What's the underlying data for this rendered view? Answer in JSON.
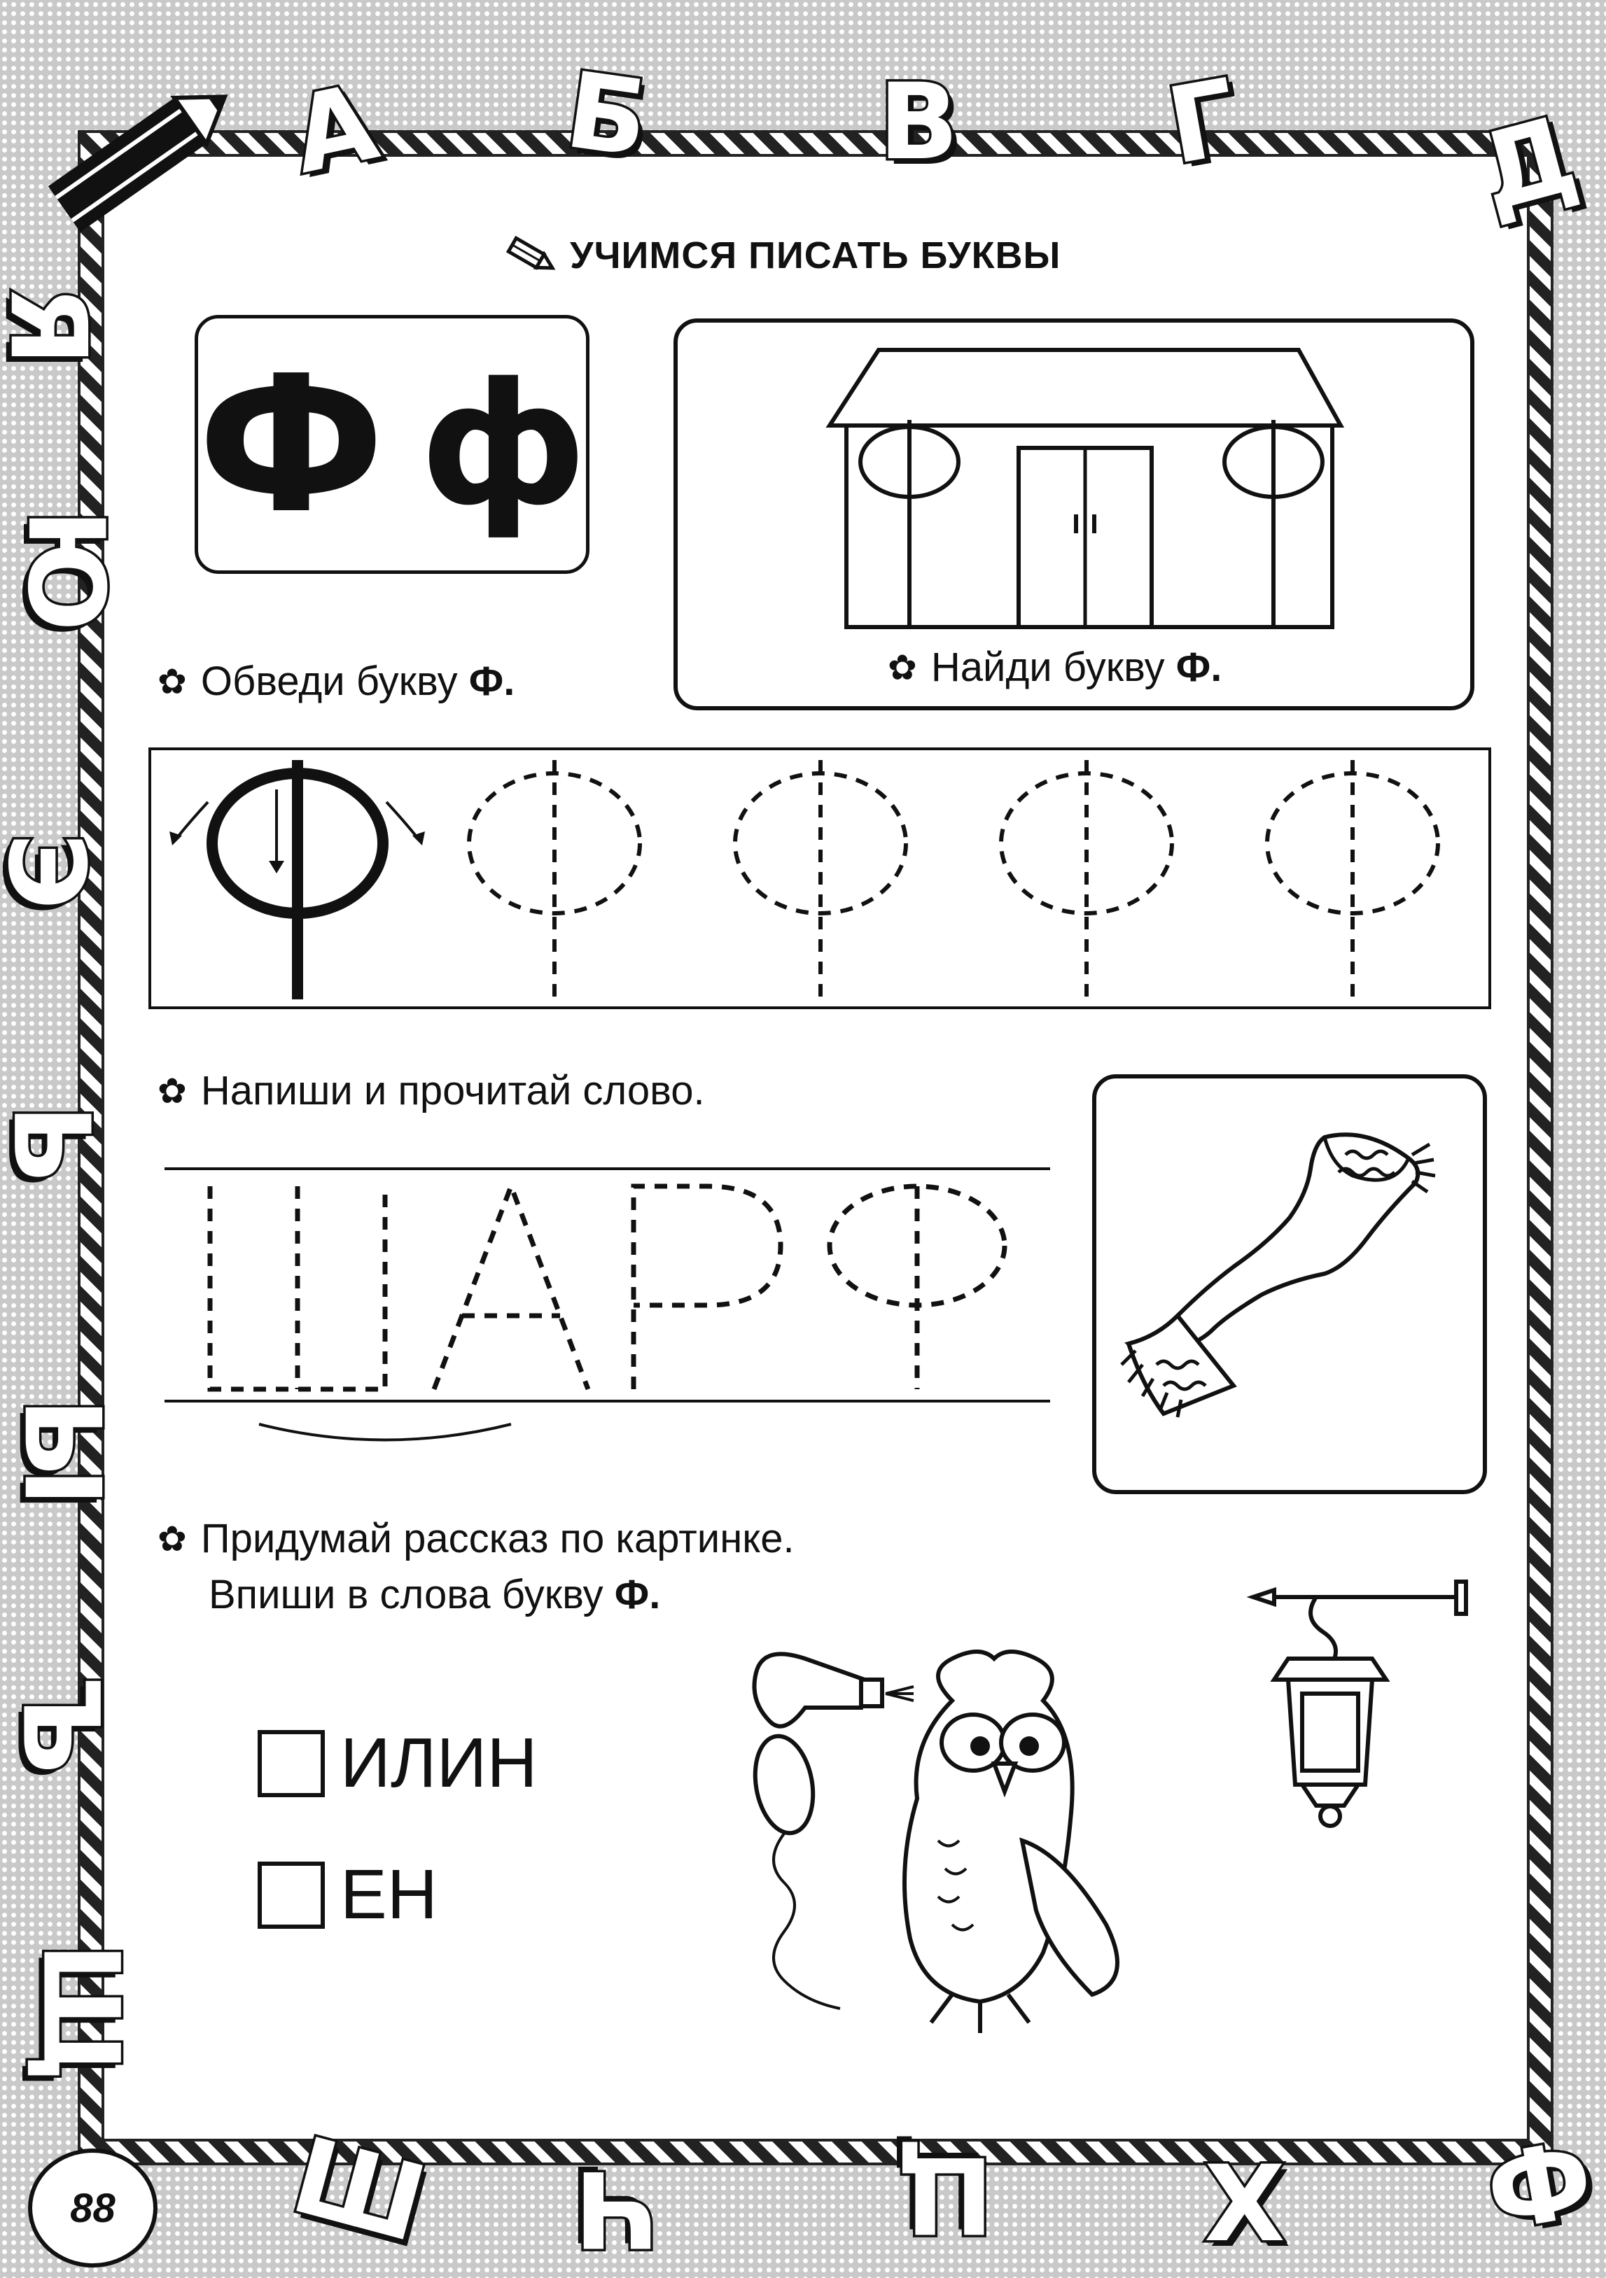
{
  "header": {
    "title": "УЧИМСЯ ПИСАТЬ БУКВЫ"
  },
  "letter_card": {
    "upper": "Ф",
    "lower": "ф"
  },
  "tasks": {
    "trace": {
      "text": "Обведи букву ",
      "letter": "Ф."
    },
    "find": {
      "text": "Найди букву ",
      "letter": "Ф."
    },
    "write_word": {
      "text": "Напиши и прочитай слово.",
      "word": "ШАРФ"
    },
    "story": {
      "line1": "Придумай рассказ по картинке.",
      "line2": "Впиши в слова букву ",
      "letter": "Ф."
    }
  },
  "words": [
    {
      "suffix": "ИЛИН"
    },
    {
      "suffix": "ЕН"
    }
  ],
  "page_number": "88",
  "border_letters": {
    "top": [
      "А",
      "Б",
      "В",
      "Г",
      "Д"
    ],
    "left": [
      "Я",
      "Ю",
      "Э",
      "Ь",
      "Ы",
      "Ъ",
      "Щ"
    ],
    "bottom": [
      "Ш",
      "Ч",
      "Ц",
      "Х",
      "Ф"
    ]
  },
  "icons": [
    "pencil-icon",
    "flower-icon",
    "house-illustration",
    "scarf-illustration",
    "owl-illustration",
    "lantern-illustration"
  ]
}
